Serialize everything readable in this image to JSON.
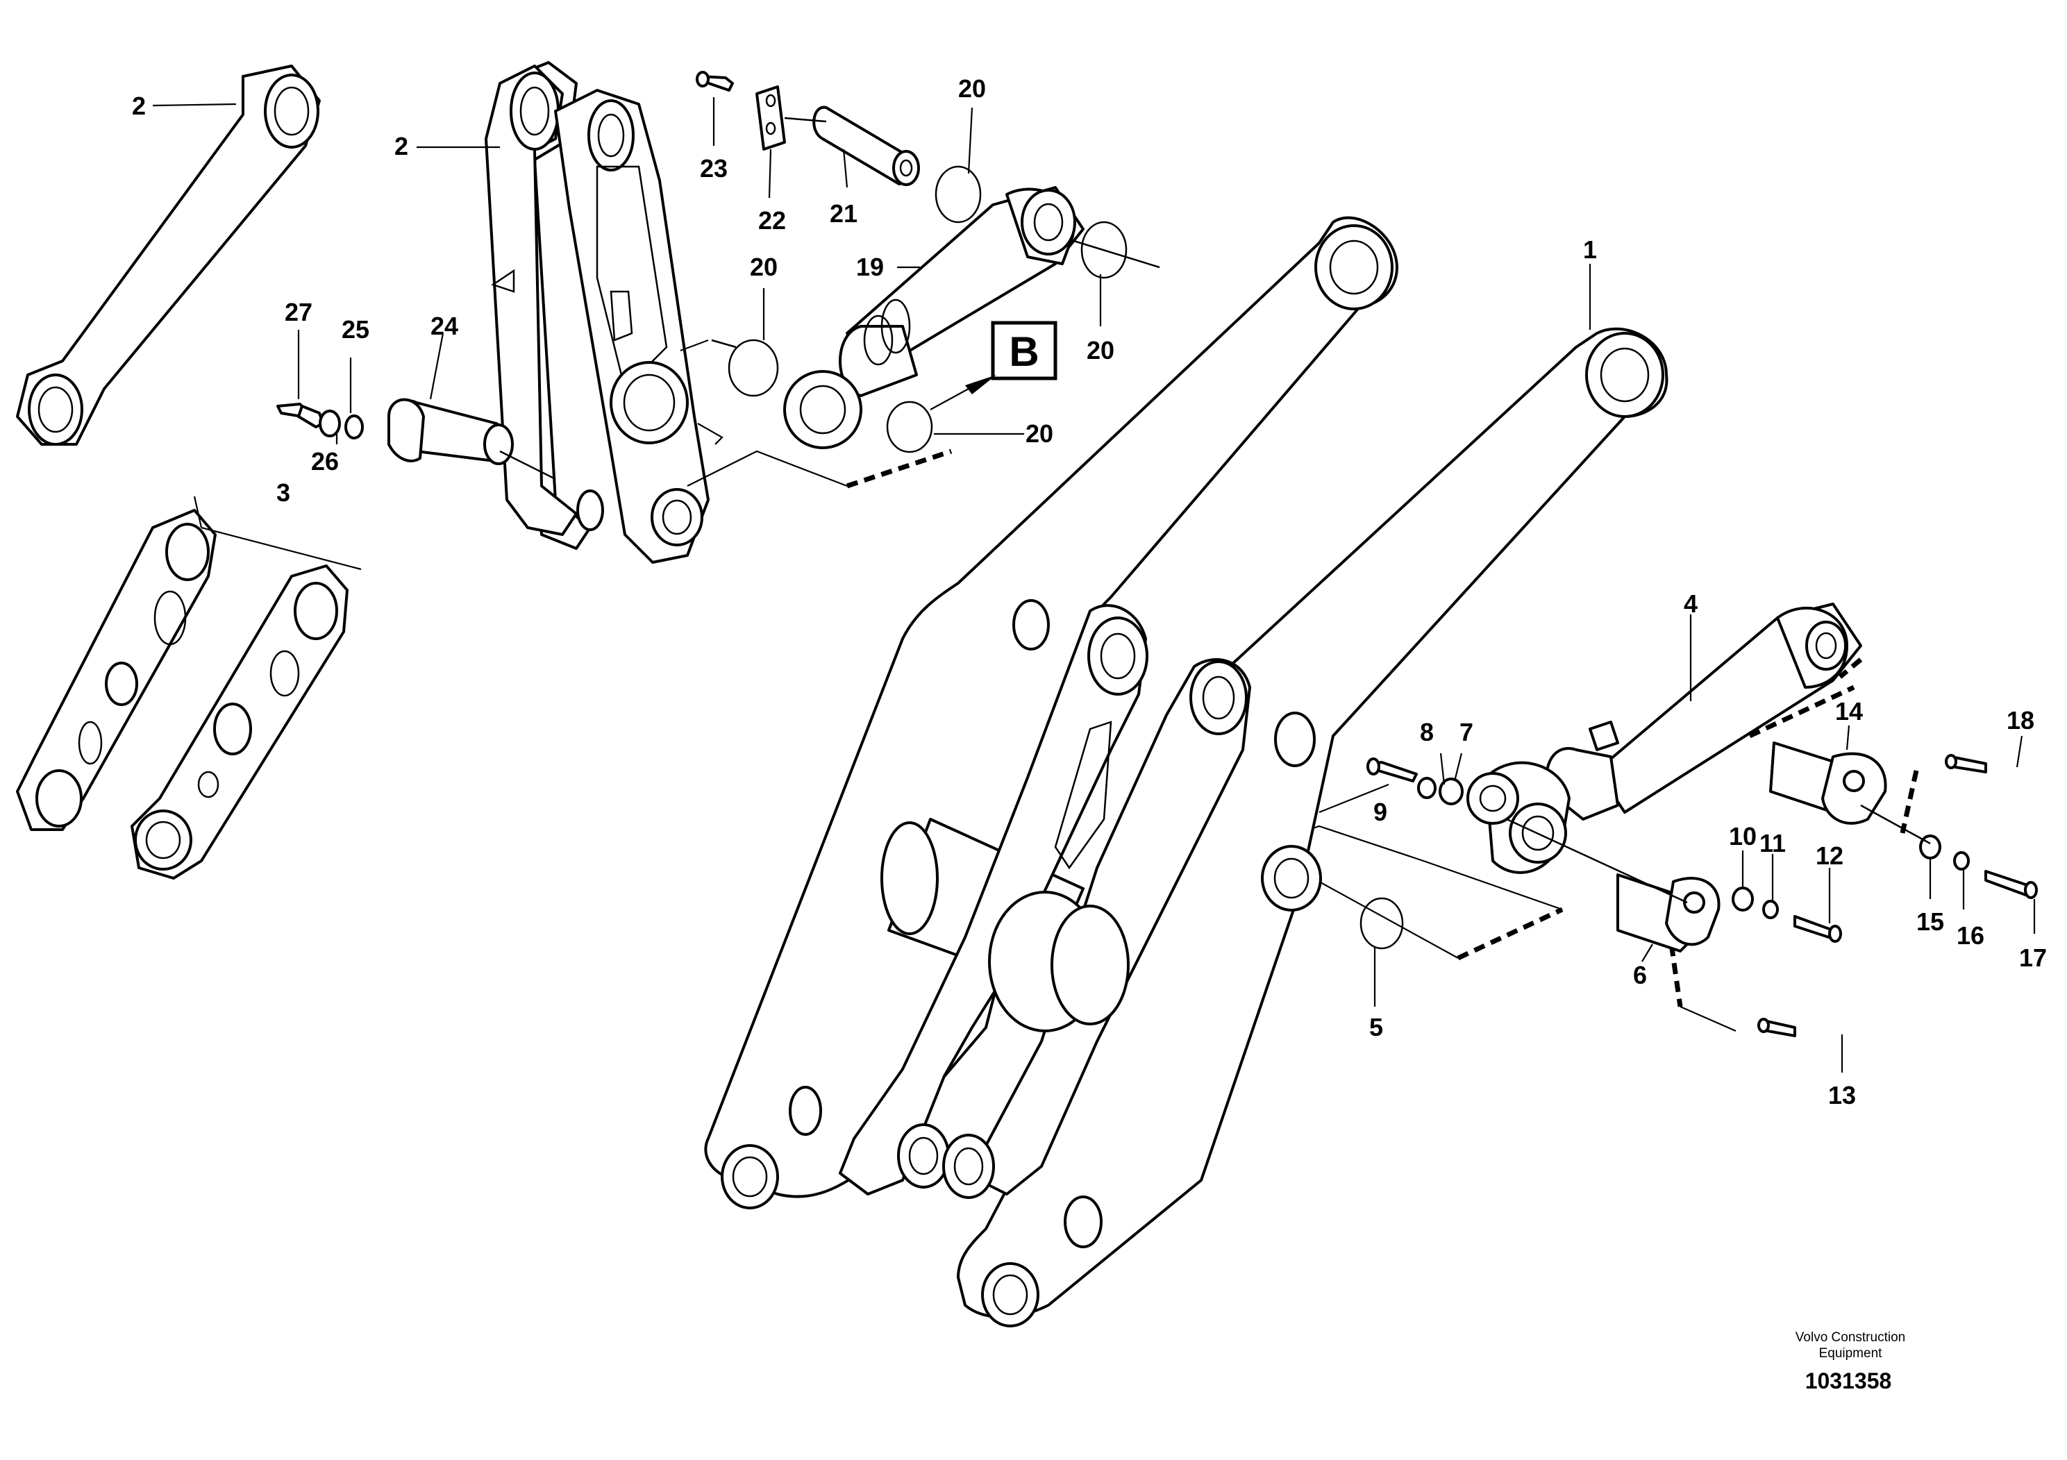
{
  "callouts": {
    "c1": "1",
    "c2a": "2",
    "c2b": "2",
    "c3": "3",
    "c4": "4",
    "c5": "5",
    "c6": "6",
    "c7": "7",
    "c8": "8",
    "c9": "9",
    "c10": "10",
    "c11": "11",
    "c12": "12",
    "c13": "13",
    "c14": "14",
    "c15": "15",
    "c16": "16",
    "c17": "17",
    "c18": "18",
    "c19": "19",
    "c20a": "20",
    "c20b": "20",
    "c20c": "20",
    "c20d": "20",
    "c21": "21",
    "c22": "22",
    "c23": "23",
    "c24": "24",
    "c25": "25",
    "c26": "26",
    "c27": "27"
  },
  "detail_marker": "B",
  "footer": {
    "credit_line1": "Volvo Construction",
    "credit_line2": "Equipment",
    "document_number": "1031358"
  }
}
